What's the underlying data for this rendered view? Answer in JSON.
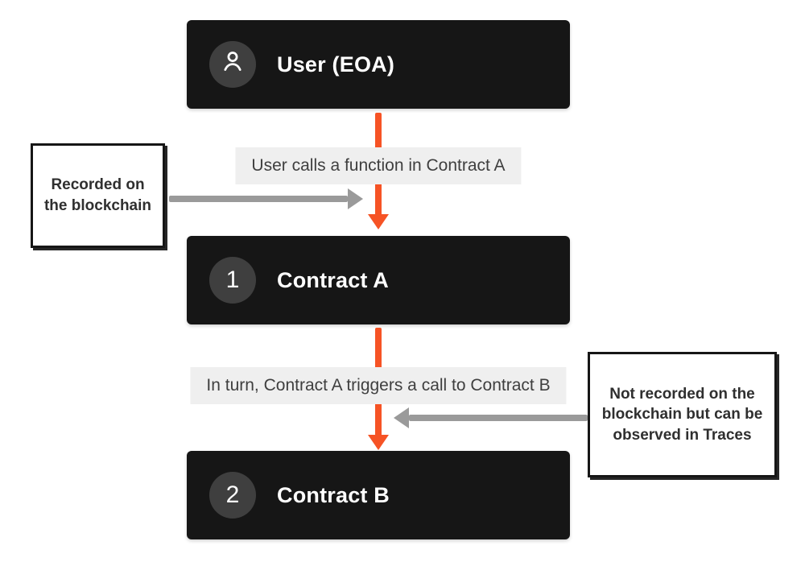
{
  "colors": {
    "node_bg": "#161616",
    "circle_bg": "#3f3f3f",
    "arrow_orange": "#f65325",
    "arrow_gray": "#9a9a9a",
    "edge_label_bg": "#efefef",
    "edge_label_text": "#3f3f3f"
  },
  "nodes": [
    {
      "id": "user",
      "icon": "user-icon",
      "label": "User (EOA)"
    },
    {
      "id": "contract-a",
      "badge": "1",
      "label": "Contract A"
    },
    {
      "id": "contract-b",
      "badge": "2",
      "label": "Contract B"
    }
  ],
  "edges": [
    {
      "label": "User calls a function in Contract A"
    },
    {
      "label": "In turn, Contract A triggers a call to Contract B"
    }
  ],
  "callouts": [
    {
      "side": "left",
      "text": "Recorded on the blockchain"
    },
    {
      "side": "right",
      "text": "Not recorded on the blockchain but can be observed in Traces"
    }
  ]
}
